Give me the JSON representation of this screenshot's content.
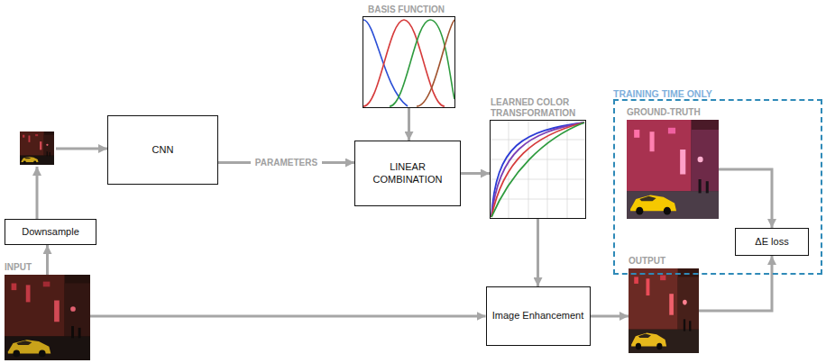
{
  "diagram": {
    "nodes": [
      {
        "text": [
          "INPUT"
        ]
      },
      {
        "text": [
          "Downsample"
        ]
      },
      {
        "text": [
          "CNN"
        ]
      },
      {
        "text": [
          "BASIS FUNCTION"
        ]
      },
      {
        "text": [
          "LINEAR COMBINATION"
        ]
      },
      {
        "text": [
          "LEARNED COLOR TRANSFORMATION"
        ]
      },
      {
        "text": [
          "Image Enhancement"
        ]
      },
      {
        "text": [
          "OUTPUT"
        ]
      },
      {
        "text": [
          "TRAINING TIME ONLY"
        ]
      },
      {
        "text": [
          "GROUND-TRUTH"
        ],
        "in": 8
      },
      {
        "text": [
          "ΔE loss"
        ],
        "in": 8
      }
    ],
    "edges": [
      {
        "from": 0,
        "to": 1,
        "arrow": "to"
      },
      {
        "from": 2,
        "to": 4,
        "label": "PARAMETERS",
        "arrow": "to"
      },
      {
        "from": 3,
        "to": 4,
        "arrow": "to"
      },
      {
        "from": 4,
        "to": 5,
        "arrow": "to"
      },
      {
        "from": 5,
        "to": 6,
        "arrow": "to"
      },
      {
        "from": 0,
        "to": 6,
        "arrow": "to"
      },
      {
        "from": 6,
        "to": 7,
        "arrow": "to"
      },
      {
        "from": 9,
        "to": 10,
        "arrow": "to"
      },
      {
        "from": 7,
        "to": 10,
        "arrow": "to"
      }
    ]
  }
}
